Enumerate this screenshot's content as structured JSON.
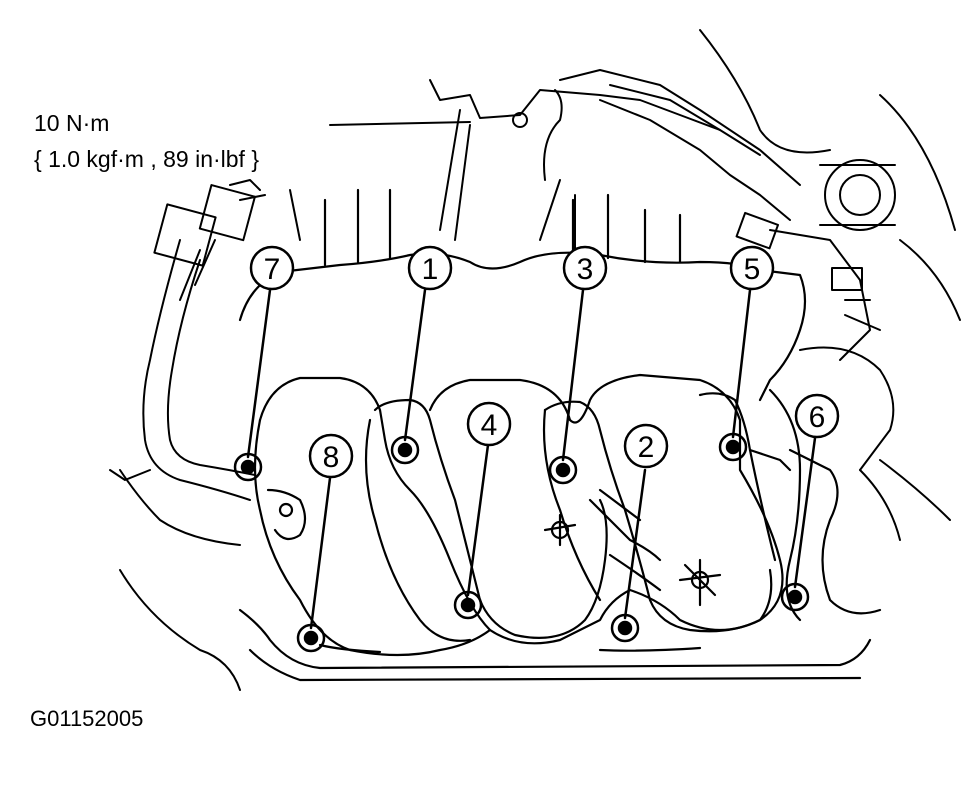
{
  "torque_spec": {
    "line1": "10 N·m",
    "line2": "{ 1.0 kgf·m , 89 in·lbf }"
  },
  "figure_id": "G01152005",
  "bolts": [
    {
      "number": "1",
      "name": "bolt-1"
    },
    {
      "number": "2",
      "name": "bolt-2"
    },
    {
      "number": "3",
      "name": "bolt-3"
    },
    {
      "number": "4",
      "name": "bolt-4"
    },
    {
      "number": "5",
      "name": "bolt-5"
    },
    {
      "number": "6",
      "name": "bolt-6"
    },
    {
      "number": "7",
      "name": "bolt-7"
    },
    {
      "number": "8",
      "name": "bolt-8"
    }
  ],
  "colors": {
    "line": "#000000",
    "background": "#ffffff"
  }
}
